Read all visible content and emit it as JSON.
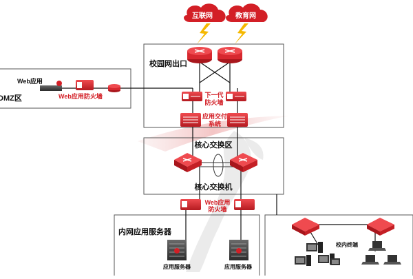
{
  "clouds": {
    "internet": "互联网",
    "edu_net": "教育网"
  },
  "zones": {
    "dmz": "DMZ区",
    "campus_exit": "校园网出口",
    "core_zone": "核心交换区",
    "intranet": "内网应用服务器"
  },
  "devices": {
    "web_app": "Web应用",
    "web_firewall_dmz": "Web应用防火墙",
    "ngfw": "下一代防火墙",
    "ngfw_line1": "下一代",
    "ngfw_line2": "防火墙",
    "adc": "应用交付系统",
    "adc_line1": "应用交付",
    "adc_line2": "系统",
    "core_switch": "核心交换机",
    "web_firewall_internal": "Web应用防火墙",
    "web_firewall_line1": "Web应用",
    "web_firewall_line2": "防火墙",
    "app_server": "应用服务器",
    "campus_terminals": "校内终端"
  },
  "colors": {
    "device_red": "#d7282f",
    "device_dark_red": "#a8161c",
    "lightning": "#f5b800",
    "cloud_fill": "#d31f26",
    "zone_border": "#555555",
    "link": "#111111"
  }
}
